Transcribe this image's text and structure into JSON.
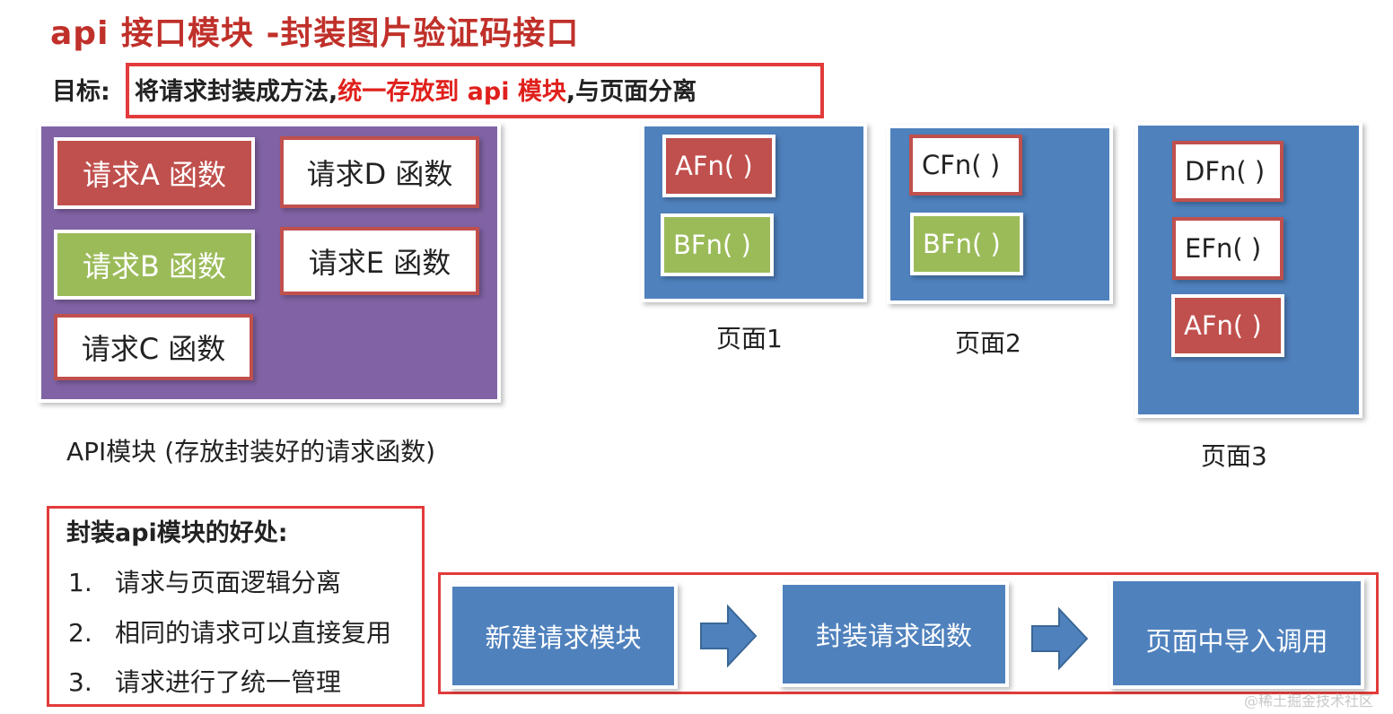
{
  "title": "api 接口模块 -封装图片验证码接口",
  "goal": {
    "label": "目标:",
    "text_part1": "将请求封装成方法,",
    "text_part2": "统一存放到 api 模块",
    "text_part3": ",与页面分离"
  },
  "api_module": {
    "caption": "API模块 (存放封装好的请求函数)",
    "requests": [
      "请求A 函数",
      "请求B 函数",
      "请求C 函数",
      "请求D 函数",
      "请求E 函数"
    ]
  },
  "pages": [
    {
      "caption": "页面1",
      "functions": [
        "AFn( )",
        "BFn( )"
      ]
    },
    {
      "caption": "页面2",
      "functions": [
        "CFn( )",
        "BFn( )"
      ]
    },
    {
      "caption": "页面3",
      "functions": [
        "DFn( )",
        "EFn( )",
        "AFn( )"
      ]
    }
  ],
  "benefits": {
    "title": "封装api模块的好处:",
    "items": [
      {
        "num": "1.",
        "text": "请求与页面逻辑分离"
      },
      {
        "num": "2.",
        "text": "相同的请求可以直接复用"
      },
      {
        "num": "3.",
        "text": "请求进行了统一管理"
      }
    ]
  },
  "flow": {
    "steps": [
      "新建请求模块",
      "封装请求函数",
      "页面中导入调用"
    ]
  },
  "watermark": "@稀土掘金技术社区",
  "colors": {
    "title_red": "#c0302a",
    "frame_red": "#e23b3b",
    "module_purple": "#8163a5",
    "page_blue": "#4f81bd",
    "request_red": "#c0504d",
    "request_green": "#9bbb59"
  }
}
